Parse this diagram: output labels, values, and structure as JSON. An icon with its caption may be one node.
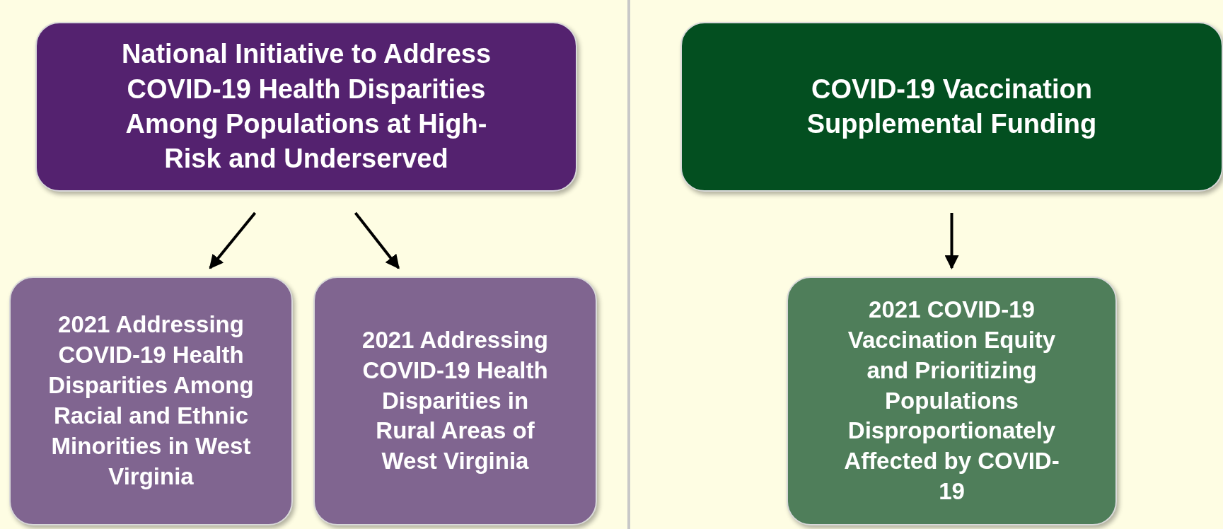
{
  "diagram": {
    "nodes": [
      {
        "text": [
          "National Initiative to Address COVID-19 Health Disparities Among Populations at High-Risk and Underserved"
        ]
      },
      {
        "text": [
          "2021 Addressing COVID-19 Health Disparities Among Racial and Ethnic Minorities in West Virginia"
        ]
      },
      {
        "text": [
          "2021 Addressing COVID-19 Health Disparities in Rural Areas of West Virginia"
        ]
      },
      {
        "text": [
          "COVID-19 Vaccination Supplemental Funding"
        ]
      },
      {
        "text": [
          "2021 COVID-19 Vaccination Equity and Prioritizing Populations Disproportionately Affected by COVID-19"
        ]
      }
    ],
    "edges": [
      {
        "from": 0,
        "to": 1,
        "arrow": "to"
      },
      {
        "from": 0,
        "to": 2,
        "arrow": "to"
      },
      {
        "from": 3,
        "to": 4,
        "arrow": "to"
      }
    ]
  }
}
